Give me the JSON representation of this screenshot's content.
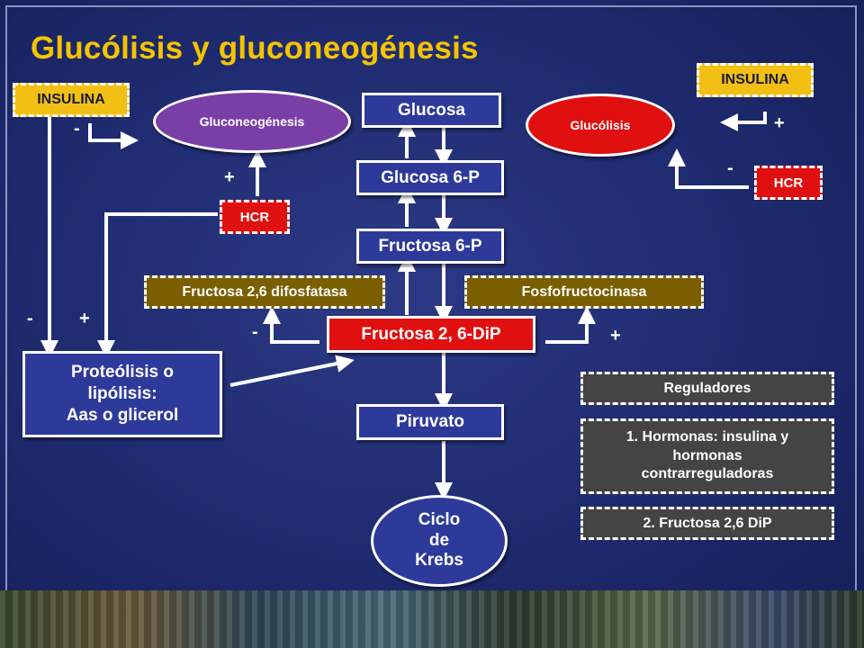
{
  "title": "Glucólisis y gluconeogénesis",
  "pathway": {
    "glucosa": "Glucosa",
    "glucosa6p": "Glucosa 6-P",
    "fructosa6p": "Fructosa 6-P",
    "fructosa26dip": "Fructosa 2, 6-DiP",
    "piruvato": "Piruvato",
    "krebs_lines": [
      "Ciclo",
      "de",
      "Krebs"
    ]
  },
  "enzymes": {
    "difosfatasa": "Fructosa 2,6 difosfatasa",
    "fosfofructocinasa": "Fosfofructocinasa"
  },
  "left": {
    "insulina": "INSULINA",
    "hcr": "HCR",
    "gluconeogenesis": "Gluconeogénesis",
    "proteolisis_lines": [
      "Proteólisis o",
      "lipólisis:",
      "Aas o glicerol"
    ]
  },
  "right": {
    "insulina": "INSULINA",
    "hcr": "HCR",
    "glucolisis": "Glucólisis"
  },
  "signs": {
    "minus": "-",
    "plus": "+"
  },
  "legend": {
    "reguladores": "Reguladores",
    "item1_lines": [
      "1. Hormonas: insulina y",
      "hormonas",
      "contrarreguladoras"
    ],
    "item2": "2. Fructosa 2,6 DiP"
  },
  "colors": {
    "title": "#f5c400",
    "background": "#1e2a6e",
    "box_blue": "#2e3a9a",
    "insulina_yellow": "#f2bf15",
    "hcr_red": "#e01010",
    "enzyme_olive": "#7a5e00",
    "gluconeogenesis_purple": "#7a3fa6",
    "glucolisis_red": "#e01010",
    "legend_gray": "#444444"
  }
}
